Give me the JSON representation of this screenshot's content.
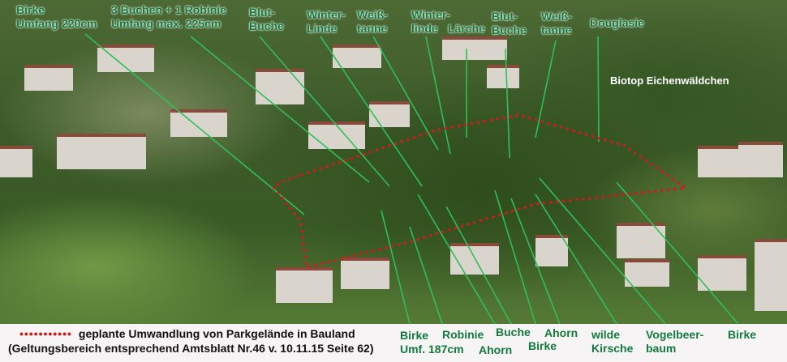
{
  "top_labels": [
    {
      "text": "Birke\nUmfang 220cm"
    },
    {
      "text": "3 Buchen + 1 Robinie\nUmfang max. 225cm"
    },
    {
      "text": "Blut-\nBuche"
    },
    {
      "text": "Winter-\nLinde"
    },
    {
      "text": "Weiß-\ntanne"
    },
    {
      "text": "Winter-\nlinde"
    },
    {
      "text": "Lärche"
    },
    {
      "text": "Blut-\nBuche"
    },
    {
      "text": "Weiß-\ntanne"
    },
    {
      "text": "Douglasie"
    }
  ],
  "biotop": "Biotop Eichenwäldchen",
  "bottom_labels": [
    {
      "text": "Birke\nUmf. 187cm"
    },
    {
      "text": "Robinie"
    },
    {
      "text": "Ahorn"
    },
    {
      "text": "Buche"
    },
    {
      "text": "Birke"
    },
    {
      "text": "Ahorn"
    },
    {
      "text": "wilde\nKirsche"
    },
    {
      "text": "Vogelbeer-\nbaum"
    },
    {
      "text": "Birke"
    }
  ],
  "legend": {
    "dots": "•••••••••••",
    "line1": "geplante Umwandlung von Parkgelände in Bauland",
    "line2": "(Geltungsbereich entsprechend Amtsblatt Nr.46 v. 10.11.15 Seite 62)"
  },
  "colors": {
    "label": "#127a3c",
    "boundary": "#d21a1a",
    "leader": "#2fbf5a"
  }
}
